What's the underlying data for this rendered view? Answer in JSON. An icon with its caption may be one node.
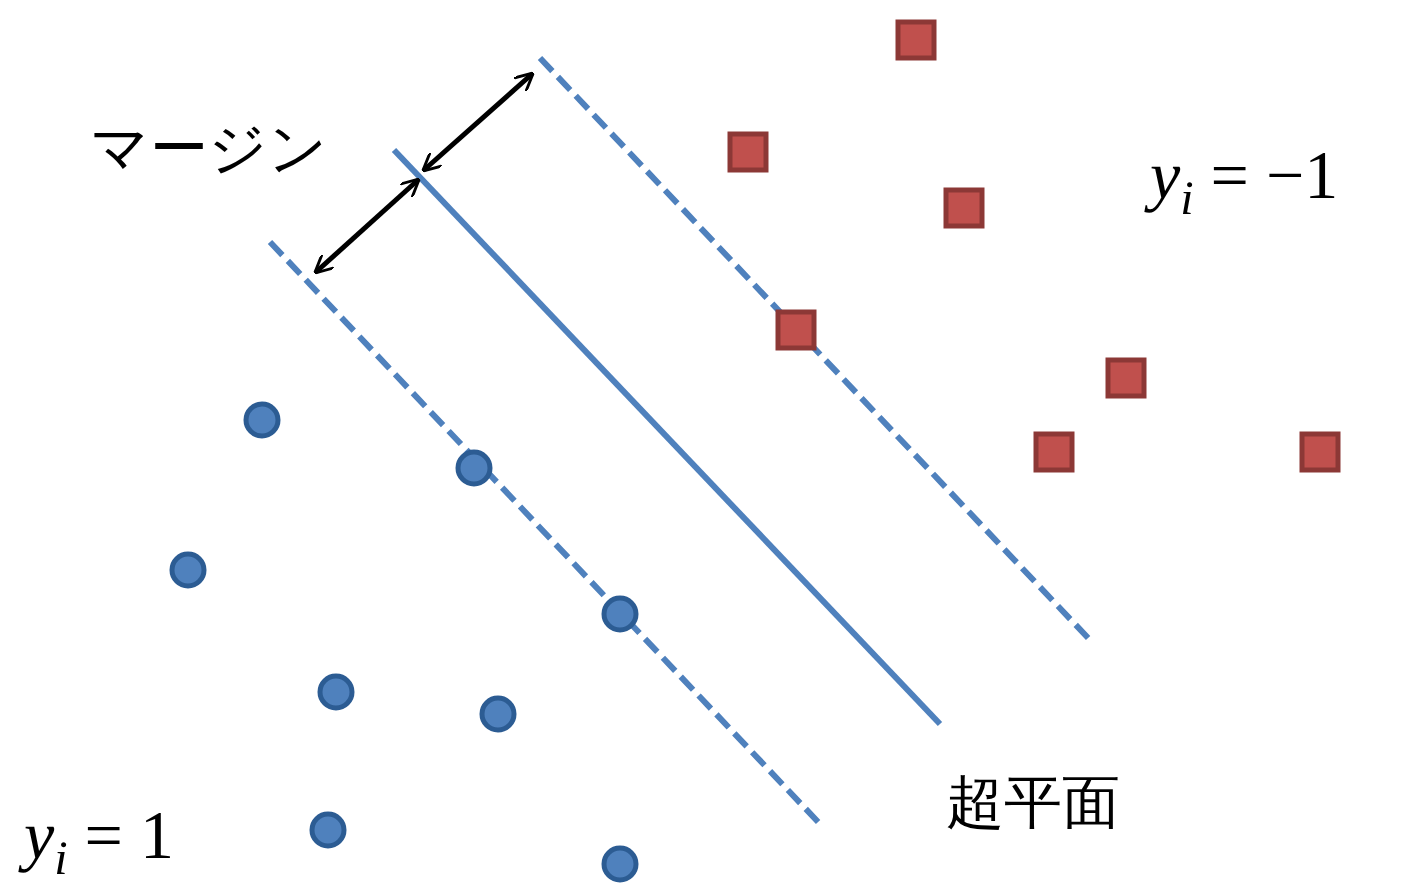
{
  "diagram": {
    "labels": [
      "マージン",
      "*y*$_{i}$ = −1",
      "超平面",
      "*y*$_{i}$ = 1"
    ]
  }
}
